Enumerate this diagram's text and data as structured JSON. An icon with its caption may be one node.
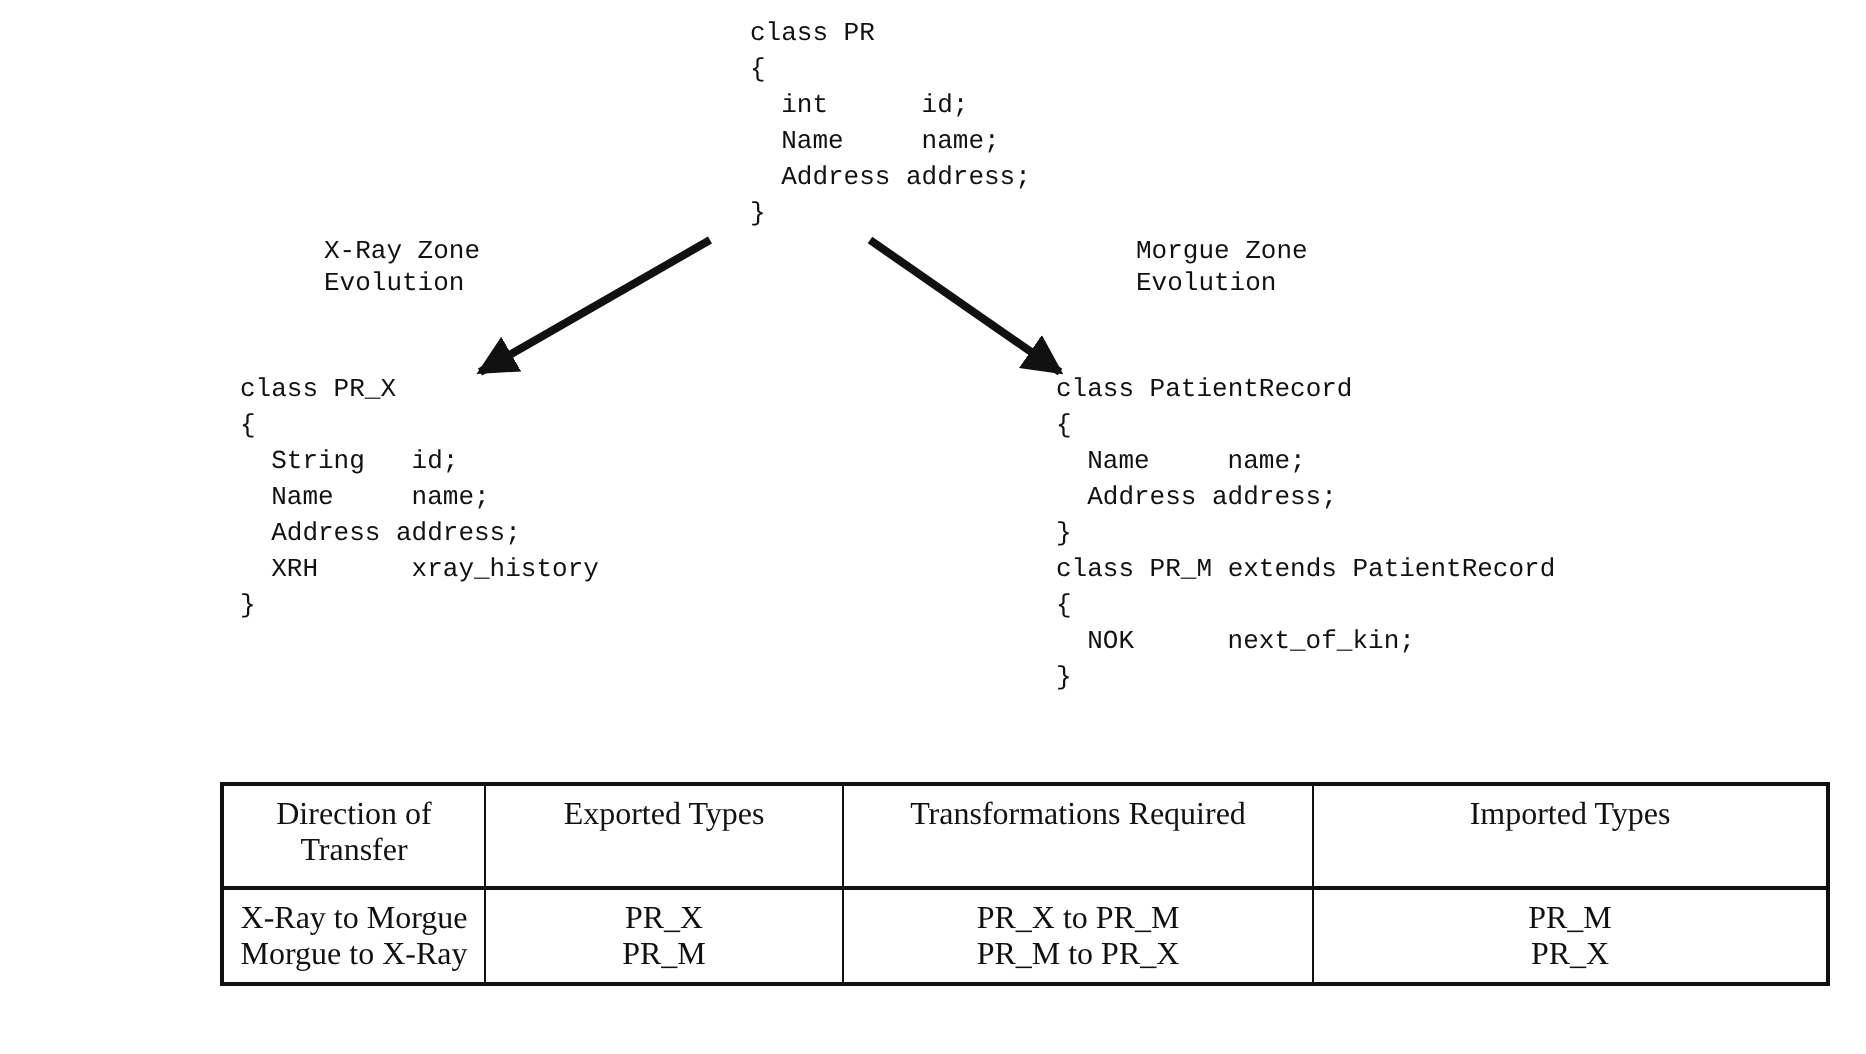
{
  "diagram": {
    "nodes": [
      {
        "text": [
          "class PR",
          "{",
          "int      id;",
          "Name     name;",
          "Address address;",
          "}"
        ]
      },
      {
        "text": [
          "class PR_X",
          "{",
          "String   id;",
          "Name     name;",
          "Address address;",
          "XRH      xray_history",
          "}"
        ]
      },
      {
        "text": [
          "class PatientRecord",
          "{",
          "Name     name;",
          "Address address;",
          "}",
          "class PR_M extends PatientRecord",
          "{",
          "NOK      next_of_kin;",
          "}"
        ]
      }
    ],
    "edges": [
      {
        "from": 0,
        "to": 1,
        "arrow": "to",
        "label": "X-Ray Zone Evolution"
      },
      {
        "from": 0,
        "to": 2,
        "arrow": "to",
        "label": "Morgue Zone Evolution"
      }
    ],
    "labels": [
      "Direction of Transfer",
      "Exported Types",
      "Transformations Required",
      "Imported Types",
      "X-Ray to Morgue",
      "PR_X",
      "PR_X to PR_M",
      "PR_M",
      "Morgue to X-Ray",
      "PR_M",
      "PR_M to PR_X",
      "PR_X"
    ]
  }
}
